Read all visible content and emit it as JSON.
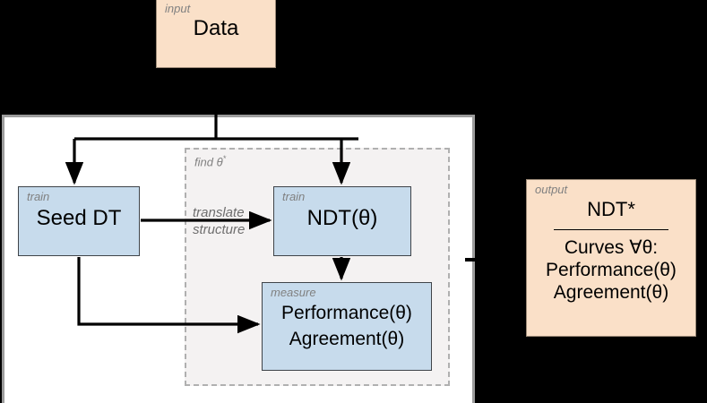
{
  "diagram": {
    "title_absent": true,
    "colors": {
      "background": "#000000",
      "container_fill": "#ffffff",
      "container_border": "#9c9c9c",
      "dashed_region_fill": "#f4f2f2",
      "dashed_region_border": "#b0b0b0",
      "process_fill": "#c7dbec",
      "process_border": "#3f4449",
      "io_fill": "#fae0c8",
      "io_border": "#9c8a78",
      "tag_text": "#808080",
      "edge_label_text": "#6e6e6e",
      "wire": "#000000"
    },
    "nodes": {
      "data": {
        "tag": "input",
        "label": "Data"
      },
      "seed_dt": {
        "tag": "train",
        "label": "Seed DT"
      },
      "ndt": {
        "tag": "train",
        "label": "NDT(θ)"
      },
      "measure": {
        "tag": "measure",
        "line1": "Performance(θ)",
        "line2": "Agreement(θ)"
      },
      "output": {
        "tag": "output",
        "title": "NDT*",
        "line1": "Curves ∀θ:",
        "line2": "Performance(θ)",
        "line3": "Agreement(θ)"
      }
    },
    "regions": {
      "find_theta": {
        "label_prefix": "find ",
        "label_symbol": "θ",
        "label_sup": "*"
      }
    },
    "edges": [
      {
        "name": "data-to-fork",
        "label": ""
      },
      {
        "name": "fork-to-seed-dt",
        "label": ""
      },
      {
        "name": "fork-to-ndt",
        "label": ""
      },
      {
        "name": "seed-dt-to-ndt",
        "label_line1": "translate",
        "label_line2": "structure"
      },
      {
        "name": "ndt-to-measure",
        "label": ""
      },
      {
        "name": "seed-dt-to-measure",
        "label": ""
      }
    ]
  }
}
